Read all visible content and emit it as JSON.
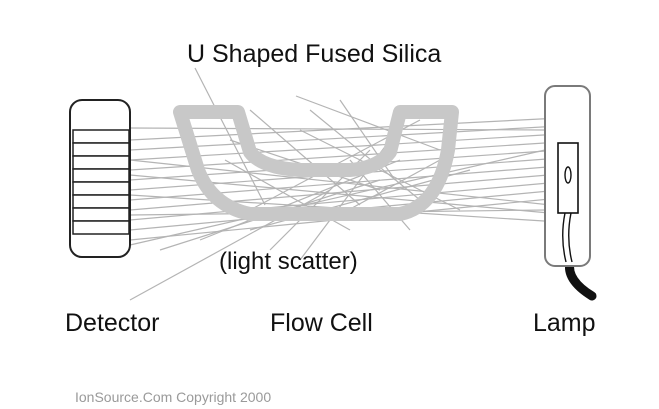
{
  "diagram": {
    "title": "U Shaped Fused Silica",
    "scatter_label": "(light scatter)",
    "labels": {
      "detector": "Detector",
      "flow_cell": "Flow Cell",
      "lamp": "Lamp"
    },
    "copyright": "IonSource.Com  Copyright 2000",
    "colors": {
      "silica": "#c8c8c8",
      "rays": "#b4b4b4",
      "outline": "#222222",
      "lamp_housing": "#7a7a7a",
      "cable": "#111111",
      "copyright": "#9a9a9a"
    },
    "detector_segments": 8
  }
}
